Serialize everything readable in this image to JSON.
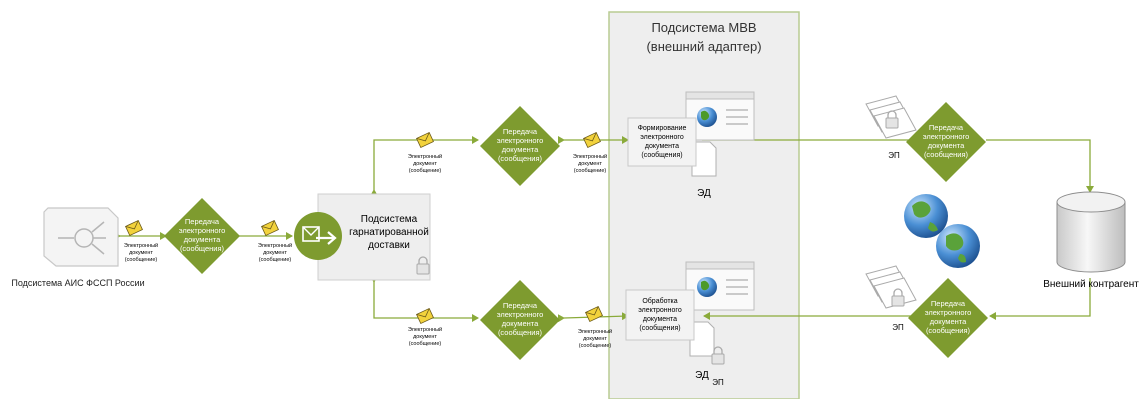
{
  "mvb_panel": {
    "title": "Подсистема МВВ",
    "subtitle": "(внешний адаптер)"
  },
  "ais": {
    "label": "Подсистема АИС ФССП России"
  },
  "delivery": {
    "label": [
      "Подсистема",
      "гарнатированной",
      "доставки"
    ]
  },
  "external": {
    "label": "Внешний контрагент"
  },
  "transfer_label": [
    "Передача",
    "электронного",
    "документа",
    "(сообщения)"
  ],
  "small_doc_label": [
    "Электронный",
    "документ",
    "(сообщение)"
  ],
  "forming": {
    "label": [
      "Формирование",
      "электронного",
      "документа",
      "(сообщения)"
    ]
  },
  "processing": {
    "label": [
      "Обработка",
      "электронного",
      "документа",
      "(сообщения)"
    ]
  },
  "ed_label": "ЭД",
  "ep_label": "ЭП",
  "colors": {
    "diamond": "#7e9b2f",
    "line": "#8aaa3a",
    "panel_bg": "#eeeeee",
    "panel_border": "#b9cc92",
    "envelope": "#f2d23c",
    "hub": "#7e9b2f"
  }
}
